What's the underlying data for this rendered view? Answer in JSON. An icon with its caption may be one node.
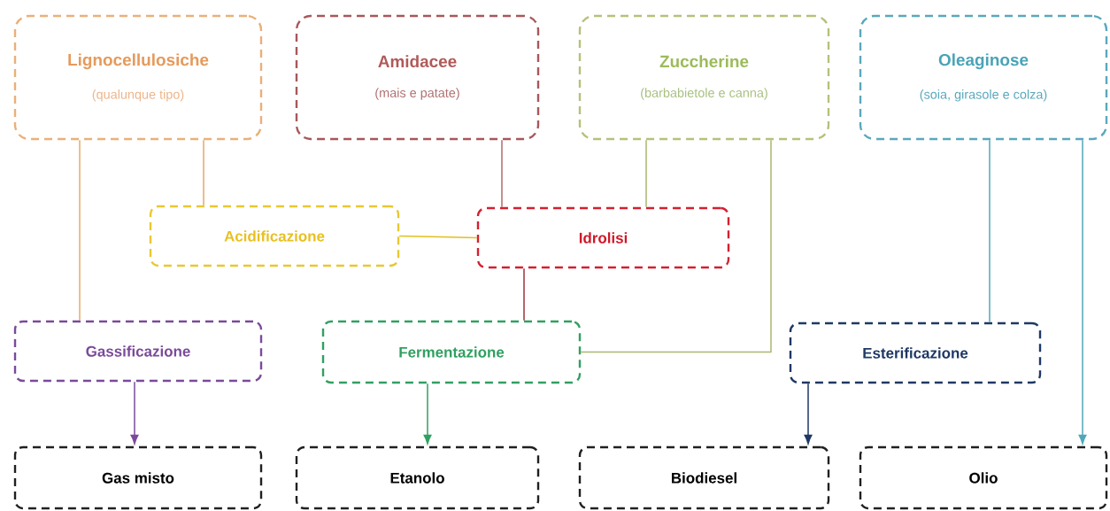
{
  "diagram": {
    "nodes": [
      {
        "text": [
          "Lignocellulosiche",
          "(qualunque tipo)"
        ]
      },
      {
        "text": [
          "Amidacee",
          "(mais e patate)"
        ]
      },
      {
        "text": [
          "Zuccherine",
          "(barbabietole e canna)"
        ]
      },
      {
        "text": [
          "Oleaginose",
          "(soia, girasole e colza)"
        ]
      },
      {
        "text": [
          "Acidificazione"
        ]
      },
      {
        "text": [
          "Idrolisi"
        ]
      },
      {
        "text": [
          "Gassificazione"
        ]
      },
      {
        "text": [
          "Fermentazione"
        ]
      },
      {
        "text": [
          "Esterificazione"
        ]
      },
      {
        "text": [
          "Gas misto"
        ]
      },
      {
        "text": [
          "Etanolo"
        ]
      },
      {
        "text": [
          "Biodiesel"
        ]
      },
      {
        "text": [
          "Olio"
        ]
      }
    ],
    "edges": [
      {
        "from": 0,
        "to": 6,
        "arrow": "none",
        "color": "#e8a868"
      },
      {
        "from": 0,
        "to": 4,
        "arrow": "none",
        "color": "#e8a868"
      },
      {
        "from": 1,
        "to": 5,
        "arrow": "none",
        "color": "#b06a6a"
      },
      {
        "from": 2,
        "to": 5,
        "arrow": "none",
        "color": "#a8b870"
      },
      {
        "from": 4,
        "to": 5,
        "arrow": "none",
        "color": "#e0c020"
      },
      {
        "from": 5,
        "to": 7,
        "arrow": "none",
        "color": "#a03040"
      },
      {
        "from": 2,
        "to": 7,
        "arrow": "none",
        "color": "#a8b870"
      },
      {
        "from": 3,
        "to": 8,
        "arrow": "none",
        "color": "#50a8b8"
      },
      {
        "from": 3,
        "to": 12,
        "arrow": "to",
        "color": "#50a8b8"
      },
      {
        "from": 6,
        "to": 9,
        "arrow": "to",
        "color": "#7a4a9a"
      },
      {
        "from": 7,
        "to": 10,
        "arrow": "to",
        "color": "#30a060"
      },
      {
        "from": 8,
        "to": 11,
        "arrow": "to",
        "color": "#1f3864"
      }
    ]
  }
}
